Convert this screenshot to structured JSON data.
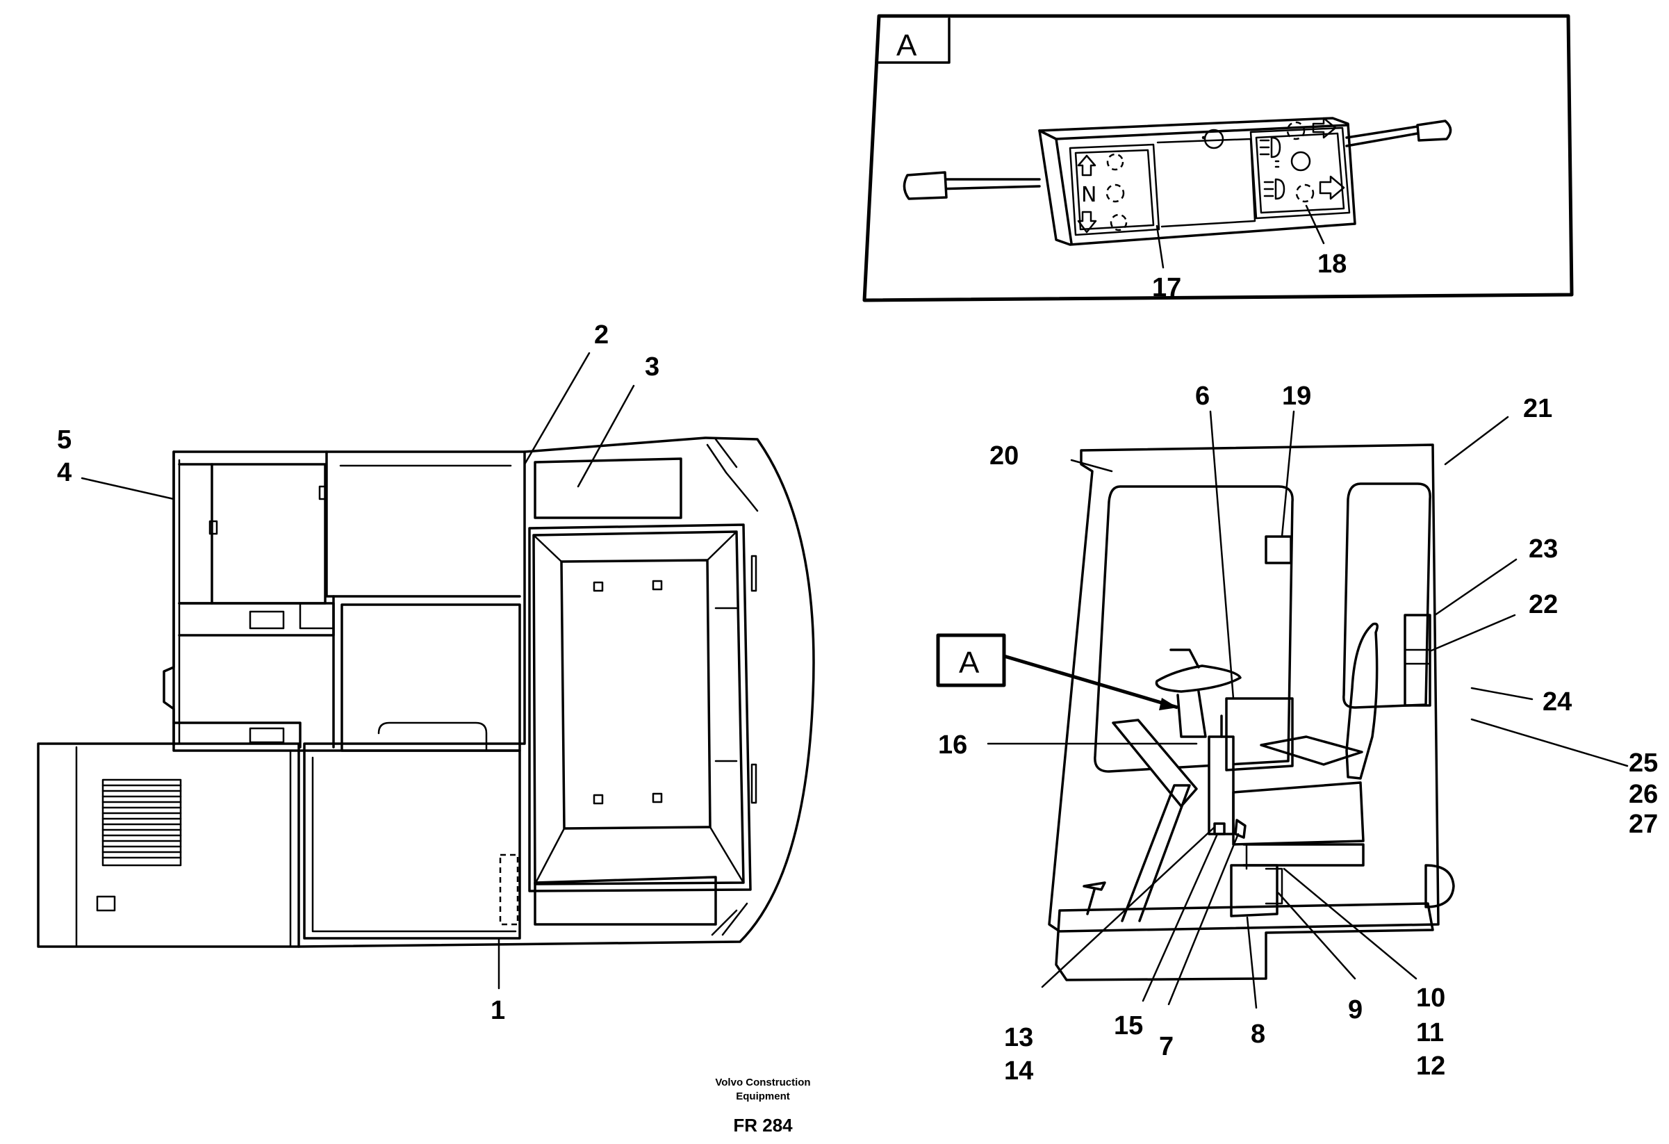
{
  "detail": {
    "label": "A",
    "switch_glyphs": {
      "left_mode": "N"
    }
  },
  "callouts": {
    "c1": "1",
    "c2": "2",
    "c3": "3",
    "c4": "4",
    "c5": "5",
    "c6": "6",
    "c7": "7",
    "c8": "8",
    "c9": "9",
    "c10": "10",
    "c11": "11",
    "c12": "12",
    "c13": "13",
    "c14": "14",
    "c15": "15",
    "c16": "16",
    "c17": "17",
    "c18": "18",
    "c19": "19",
    "c20": "20",
    "c21": "21",
    "c22": "22",
    "c23": "23",
    "c24": "24",
    "c25": "25",
    "c26": "26",
    "c27": "27"
  },
  "reference_box": {
    "label": "A"
  },
  "footer": {
    "company_line1": "Volvo Construction",
    "company_line2": "Equipment",
    "figure_code": "FR 284"
  },
  "icons": [
    "arrow-up-icon",
    "arrow-down-icon",
    "arrow-right-icon",
    "headlight-icon",
    "indicator-lamp-icon"
  ]
}
